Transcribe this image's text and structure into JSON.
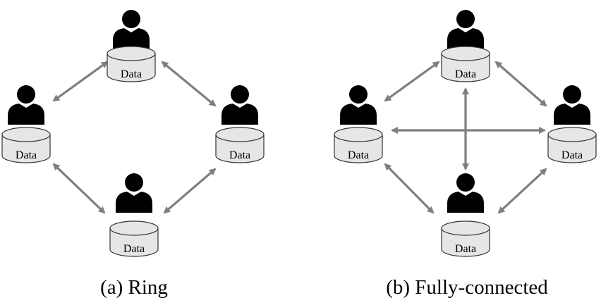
{
  "panels": [
    {
      "caption": "(a) Ring",
      "nodes": [
        {
          "id": "top",
          "label": "Data"
        },
        {
          "id": "left",
          "label": "Data"
        },
        {
          "id": "right",
          "label": "Data"
        },
        {
          "id": "bottom",
          "label": "Data"
        }
      ],
      "edges": [
        [
          "top",
          "left"
        ],
        [
          "top",
          "right"
        ],
        [
          "left",
          "bottom"
        ],
        [
          "right",
          "bottom"
        ]
      ]
    },
    {
      "caption": "(b) Fully-connected",
      "nodes": [
        {
          "id": "top",
          "label": "Data"
        },
        {
          "id": "left",
          "label": "Data"
        },
        {
          "id": "right",
          "label": "Data"
        },
        {
          "id": "bottom",
          "label": "Data"
        }
      ],
      "edges": [
        [
          "top",
          "left"
        ],
        [
          "top",
          "right"
        ],
        [
          "left",
          "bottom"
        ],
        [
          "right",
          "bottom"
        ],
        [
          "left",
          "right"
        ],
        [
          "top",
          "bottom"
        ]
      ]
    }
  ],
  "colors": {
    "person": "#000000",
    "database_fill": "#e6e6e6",
    "database_stroke": "#333333",
    "arrow": "#7f7f7f"
  },
  "icons": {
    "person": "person-icon",
    "database": "database-icon"
  }
}
